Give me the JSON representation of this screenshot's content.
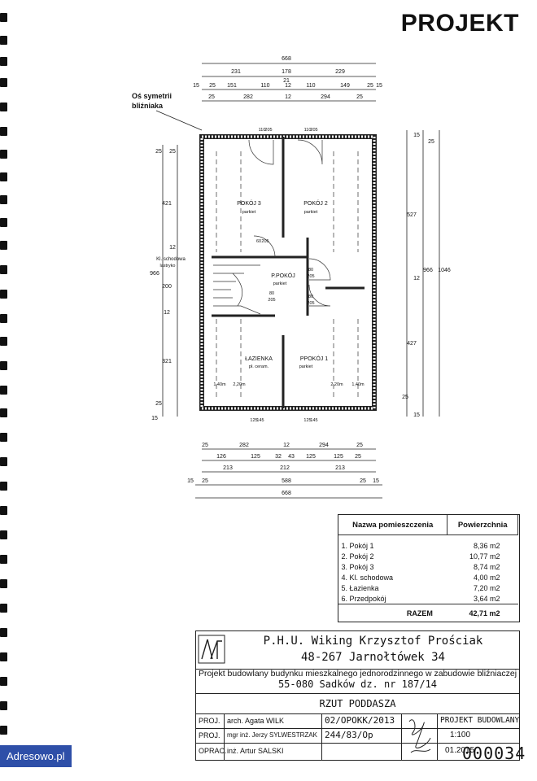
{
  "header": {
    "title": "PROJEKT"
  },
  "plan": {
    "symmetry_label_1": "Oś symetrii",
    "symmetry_label_2": "bliźniaka",
    "top_dims": {
      "total": "668",
      "row1": [
        "231",
        "178",
        "229"
      ],
      "mid": "21",
      "row2": [
        "15",
        "25",
        "151",
        "110",
        "12",
        "110",
        "149",
        "25",
        "15"
      ],
      "row3": [
        "25",
        "282",
        "12",
        "294",
        "25"
      ]
    },
    "bottom_dims": {
      "row1": [
        "25",
        "282",
        "12",
        "294",
        "25"
      ],
      "row2": [
        "126",
        "125",
        "32",
        "43",
        "125",
        "125",
        "25"
      ],
      "row3": [
        "213",
        "212",
        "213"
      ],
      "row4": [
        "15",
        "25",
        "588",
        "25",
        "15"
      ],
      "total": "668"
    },
    "left_dims": [
      "25",
      "25",
      "421",
      "12",
      "200",
      "12",
      "321",
      "25",
      "15"
    ],
    "left_total": "966",
    "right_dims": [
      "15",
      "25",
      "527",
      "12",
      "427",
      "25",
      "15"
    ],
    "right_total_1": "966",
    "right_total_2": "1046",
    "rooms": [
      {
        "name": "POKÓJ 3",
        "floor": "parkiet"
      },
      {
        "name": "POKÓJ 2",
        "floor": "parkiet"
      },
      {
        "name": "P.POKÓJ",
        "floor": "parkiet"
      },
      {
        "name": "ŁAZIENKA",
        "floor": "pł. ceram."
      },
      {
        "name": "PPOKÓJ 1",
        "floor": "parkiet"
      }
    ],
    "stair_label": "Kl. schodowa",
    "stair_floor": "lastryko",
    "door_labels": [
      "110",
      "205",
      "110",
      "205",
      "80",
      "205",
      "80",
      "205",
      "80",
      "205",
      "60",
      "205",
      "125",
      "145",
      "125",
      "145"
    ],
    "height_labels": [
      "1,40m",
      "2,20m",
      "2,20m",
      "1,40m"
    ]
  },
  "areas": {
    "col_name": "Nazwa pomieszczenia",
    "col_area": "Powierzchnia",
    "rows": [
      {
        "name": "1. Pokój 1",
        "area": "8,36 m2"
      },
      {
        "name": "2. Pokój 2",
        "area": "10,77 m2"
      },
      {
        "name": "3. Pokój 3",
        "area": "8,74 m2"
      },
      {
        "name": "4. Kl. schodowa",
        "area": "4,00 m2"
      },
      {
        "name": "5. Łazienka",
        "area": "7,20 m2"
      },
      {
        "name": "6. Przedpokój",
        "area": "3,64 m2"
      }
    ],
    "total_label": "RAZEM",
    "total_value": "42,71 m2"
  },
  "title_block": {
    "firm": "P.H.U. Wiking Krzysztof Prościak",
    "address": "48-267 Jarnołtówek 34",
    "description": "Projekt budowlany budynku mieszkalnego jednorodzinnego w zabudowie bliźniaczej",
    "location": "55-080 Sadków dz. nr 187/14",
    "sheet": "RZUT PODDASZA",
    "proj_role": "PROJ.",
    "proj_name": "arch. Agata WILK",
    "proj_code": "02/OPOKK/2013",
    "sprawdz_role": "PROJ.",
    "sprawdz_name": "mgr inż. Jerzy SYLWESTRZAK",
    "sprawdz_code": "244/83/Op",
    "oprac_role": "OPRAC.",
    "oprac_name": "inż. Artur SALSKI",
    "stage": "PROJEKT BUDOWLANY",
    "scale": "1:100",
    "date": "01.2015",
    "number": "000034"
  },
  "watermark": "Adresowo.pl"
}
